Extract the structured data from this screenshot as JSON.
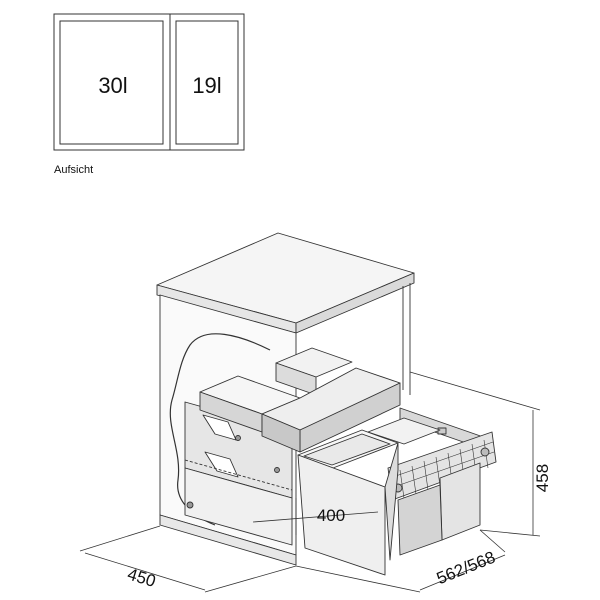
{
  "top_view": {
    "left_bin_label": "30l",
    "right_bin_label": "19l",
    "caption": "Aufsicht"
  },
  "dimensions": {
    "depth": "450",
    "width": "562/568",
    "height": "458",
    "drawer_depth": "400"
  },
  "colors": {
    "line": "#333333",
    "bin_light": "#ececec",
    "bin_shade": "#d2d2d2",
    "frame": "#e2e2e2",
    "cabinet_fill": "#f3f3f3"
  }
}
